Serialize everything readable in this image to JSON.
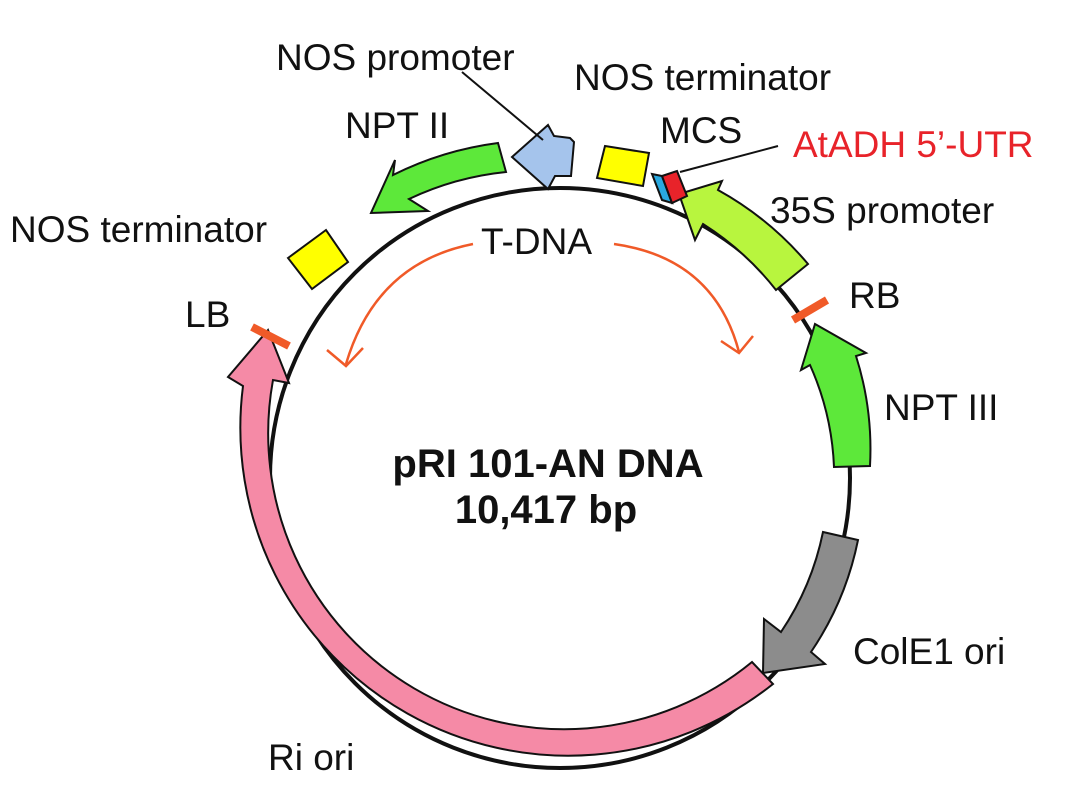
{
  "title": {
    "name": "pRI 101-AN DNA",
    "size": "10,417 bp"
  },
  "features": [
    {
      "id": "npt2",
      "label": "NPT II",
      "color": "#5de83a"
    },
    {
      "id": "nos-promoter",
      "label": "NOS promoter",
      "color": "#a5c4ec"
    },
    {
      "id": "nos-terminator-top",
      "label": "NOS terminator",
      "color": "#ffff00"
    },
    {
      "id": "mcs",
      "label": "MCS",
      "color": "#29a9e0"
    },
    {
      "id": "atadh",
      "label": "AtADH 5’-UTR",
      "color": "#e8232a"
    },
    {
      "id": "35s-promoter",
      "label": "35S promoter",
      "color": "#b8f53e"
    },
    {
      "id": "nos-terminator-left",
      "label": "NOS terminator",
      "color": "#ffff00"
    },
    {
      "id": "lb",
      "label": "LB",
      "color": "#f05a28"
    },
    {
      "id": "rb",
      "label": "RB",
      "color": "#f05a28"
    },
    {
      "id": "npt3",
      "label": "NPT III",
      "color": "#5de83a"
    },
    {
      "id": "cole1",
      "label": "ColE1 ori",
      "color": "#8c8c8c"
    },
    {
      "id": "ri-ori",
      "label": "Ri ori",
      "color": "#f58aa6"
    }
  ],
  "tdna": {
    "label": "T-DNA",
    "color": "#f05a28"
  }
}
